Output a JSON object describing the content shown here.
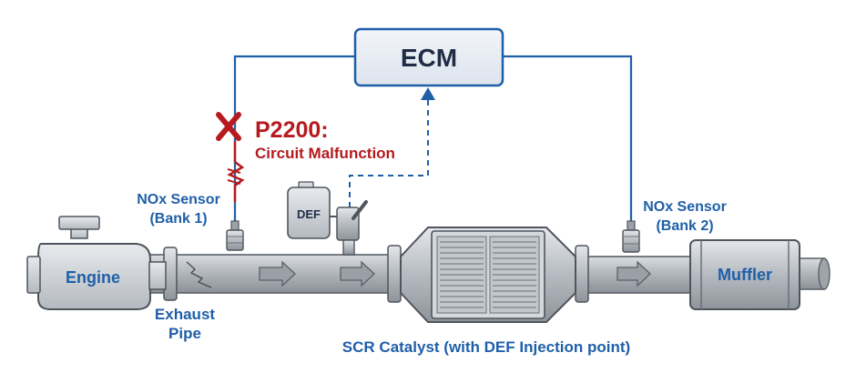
{
  "ecm": {
    "label": "ECM"
  },
  "fault": {
    "code": "P2200:",
    "description": "Circuit Malfunction"
  },
  "sensors": {
    "bank1": {
      "line1": "NOx Sensor",
      "line2": "(Bank 1)"
    },
    "bank2": {
      "line1": "NOx Sensor",
      "line2": "(Bank 2)"
    }
  },
  "components": {
    "engine": "Engine",
    "exhaust_pipe": {
      "line1": "Exhaust",
      "line2": "Pipe"
    },
    "def_tank": "DEF",
    "scr_catalyst": "SCR Catalyst (with DEF Injection point)",
    "muffler": "Muffler"
  },
  "colors": {
    "wire": "#1f5fa8",
    "fault": "#b51a1f",
    "pipe": "#b9bec4",
    "ecm_fill": "#e7edf5"
  }
}
